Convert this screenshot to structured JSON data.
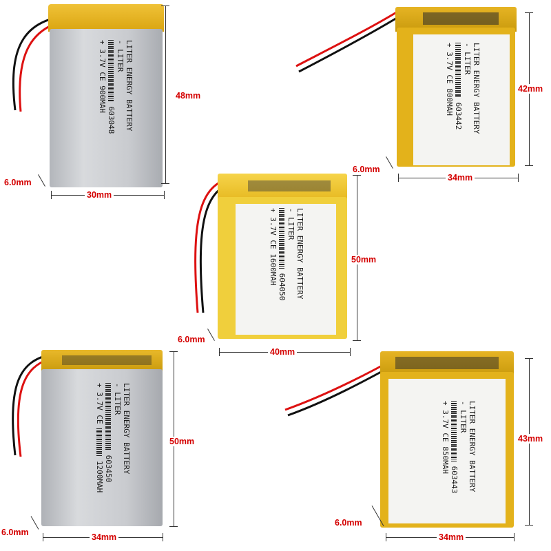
{
  "colors": {
    "dimension_text": "#d40000",
    "silver_cell": "#c9cbcf",
    "gold_cell": "#e3b21b",
    "label_white": "#f4f4f2"
  },
  "batteries": [
    {
      "name": "603048",
      "line1": "LITER ENERGY BATTERY",
      "line2": "- LITER",
      "line3": "+ 3.7V CE",
      "model": "603048",
      "capacity": "900MAH",
      "height": "48mm",
      "width": "30mm",
      "thickness": "6.0mm"
    },
    {
      "name": "603442",
      "line1": "LITER ENERGY BATTERY",
      "line2": "- LITER",
      "line3": "+ 3.7V CE",
      "model": "603442",
      "capacity": "800MAH",
      "height": "42mm",
      "width": "34mm",
      "thickness": "6.0mm"
    },
    {
      "name": "604050",
      "line1": "LITER ENERGY BATTERY",
      "line2": "- LITER",
      "line3": "+ 3.7V CE",
      "model": "604050",
      "capacity": "1600MAH",
      "height": "50mm",
      "width": "40mm",
      "thickness": "6.0mm"
    },
    {
      "name": "603450",
      "line1": "LITER ENERGY BATTERY",
      "line2": "- LITER",
      "line3": "+ 3.7V CE",
      "model": "603450",
      "capacity": "1200MAH",
      "height": "50mm",
      "width": "34mm",
      "thickness": "6.0mm"
    },
    {
      "name": "603443",
      "line1": "LITER ENERGY BATTERY",
      "line2": "- LITER",
      "line3": "+ 3.7V CE",
      "model": "603443",
      "capacity": "850MAH",
      "height": "43mm",
      "width": "34mm",
      "thickness": "6.0mm"
    }
  ]
}
